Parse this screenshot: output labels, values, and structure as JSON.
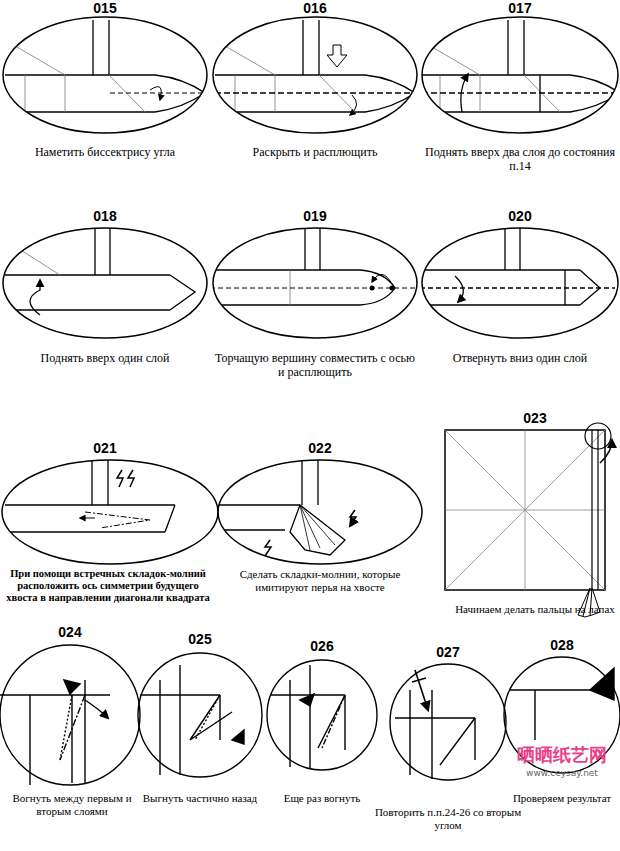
{
  "diagram": {
    "labels": [
      "015",
      "Наметить биссектрису угла",
      "016",
      "Раскрыть и расплющить",
      "017",
      "Поднять вверх два слоя до состояния п.14",
      "018",
      "Поднять вверх один слой",
      "019",
      "Торчащую вершину совместить с осью и расплющить",
      "020",
      "Отвернуть вниз один слой",
      "021",
      "При помощи встречных складок-молний расположить ось симметрии будущего хвоста в направлении диагонали квадрата",
      "022",
      "Сделать складки-молнии, которые имитируют перья на хвосте",
      "023",
      "Начинаем делать пальцы на лапах",
      "024",
      "Вогнуть между первым и вторым слоями",
      "025",
      "Выгнуть частично назад",
      "026",
      "Еще раз вогнуть",
      "027",
      "Повторить п.п.24-26 со вторым углом",
      "028",
      "Проверяем результат",
      "晒晒纸艺网",
      "www.ceysay.net"
    ]
  }
}
